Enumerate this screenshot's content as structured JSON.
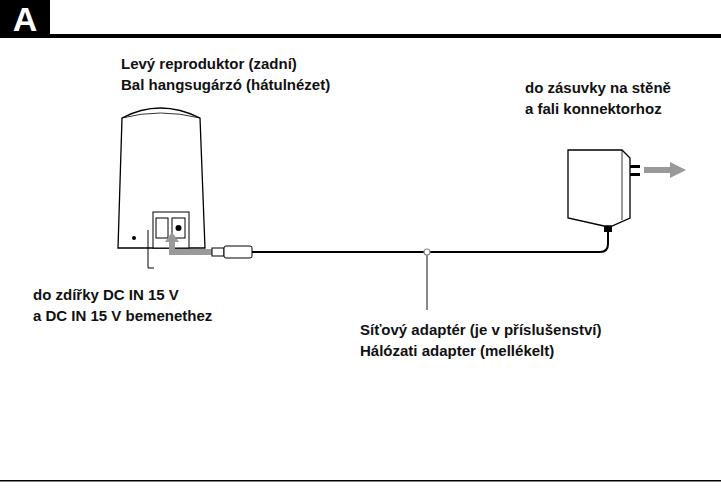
{
  "diagram": {
    "nodes": [
      {
        "text": [
          "A"
        ]
      }
    ],
    "labels": [
      "Levý reproduktor (zadní)",
      "Bal hangsugárzó (hátulnézet)",
      "do zásuvky na stěně",
      "a fali konnektorhoz",
      "do zdířky DC IN 15 V",
      "a DC IN 15 V bemenethez",
      "Síťový adaptér (je v příslušenství)",
      "Hálózati adapter (mellékelt)"
    ]
  }
}
